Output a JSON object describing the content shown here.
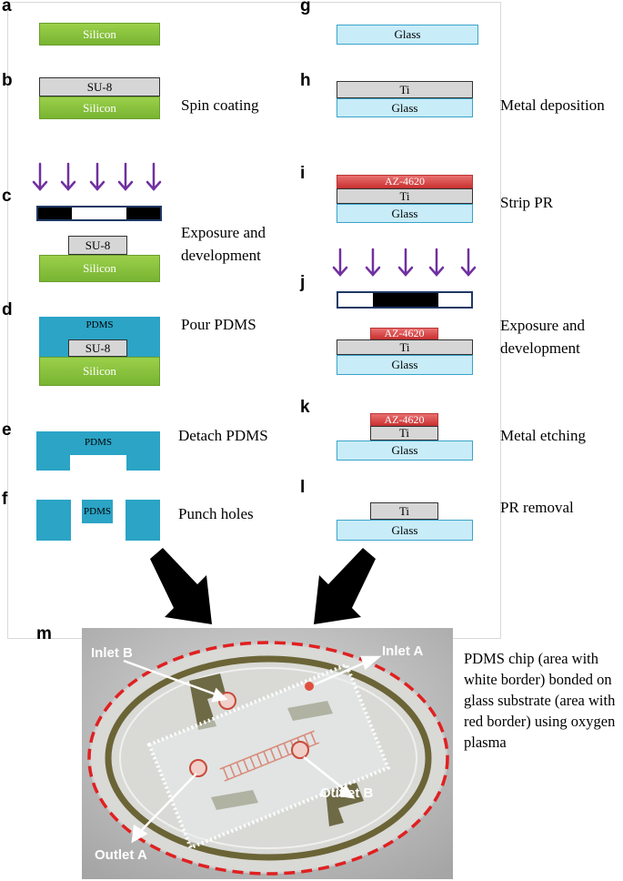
{
  "panels": {
    "a": "a",
    "b": "b",
    "c": "c",
    "d": "d",
    "e": "e",
    "f": "f",
    "g": "g",
    "h": "h",
    "i": "i",
    "j": "j",
    "k": "k",
    "l": "l",
    "m": "m"
  },
  "materials": {
    "silicon": "Silicon",
    "su8": "SU-8",
    "pdms": "PDMS",
    "glass": "Glass",
    "ti": "Ti",
    "az": "AZ-4620"
  },
  "steps": {
    "b": "Spin coating",
    "c": "Exposure and development",
    "d": "Pour PDMS",
    "e": "Detach PDMS",
    "f": "Punch holes",
    "h": "Metal deposition",
    "i": "Strip PR",
    "j": "Exposure and development",
    "k": "Metal etching",
    "l": "PR removal"
  },
  "photo_labels": {
    "inlet_b": "Inlet B",
    "inlet_a": "Inlet A",
    "outlet_a": "Outlet A",
    "outlet_b": "Outlet B"
  },
  "caption": "PDMS chip (area with white border) bonded on glass substrate (area with red border) using oxygen plasma",
  "colors": {
    "silicon": "#8cc63f",
    "pdms": "#2ba4c6",
    "glass": "#c8ecf8",
    "az": "#d94444",
    "uv_arrow": "#7030a0",
    "substrate_border": "#e02020",
    "chip_border": "#ffffff"
  }
}
